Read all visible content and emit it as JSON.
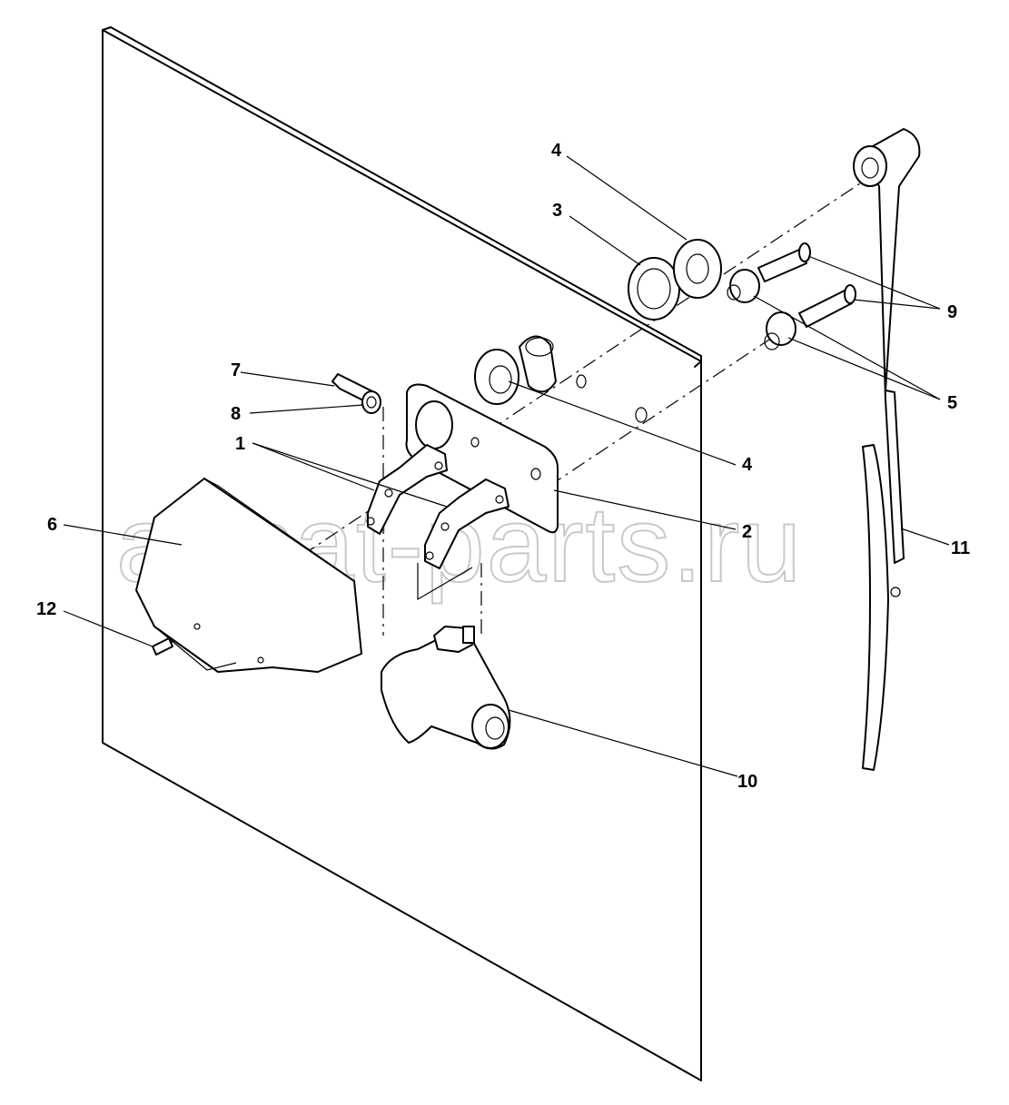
{
  "figure": {
    "watermark": "ansat-parts.ru",
    "callouts": [
      {
        "id": "c1",
        "label": "1"
      },
      {
        "id": "c2",
        "label": "2"
      },
      {
        "id": "c3",
        "label": "3"
      },
      {
        "id": "c4a",
        "label": "4"
      },
      {
        "id": "c4b",
        "label": "4"
      },
      {
        "id": "c5",
        "label": "5"
      },
      {
        "id": "c6",
        "label": "6"
      },
      {
        "id": "c7",
        "label": "7"
      },
      {
        "id": "c8",
        "label": "8"
      },
      {
        "id": "c9",
        "label": "9"
      },
      {
        "id": "c10",
        "label": "10"
      },
      {
        "id": "c11",
        "label": "11"
      },
      {
        "id": "c12",
        "label": "12"
      }
    ]
  }
}
